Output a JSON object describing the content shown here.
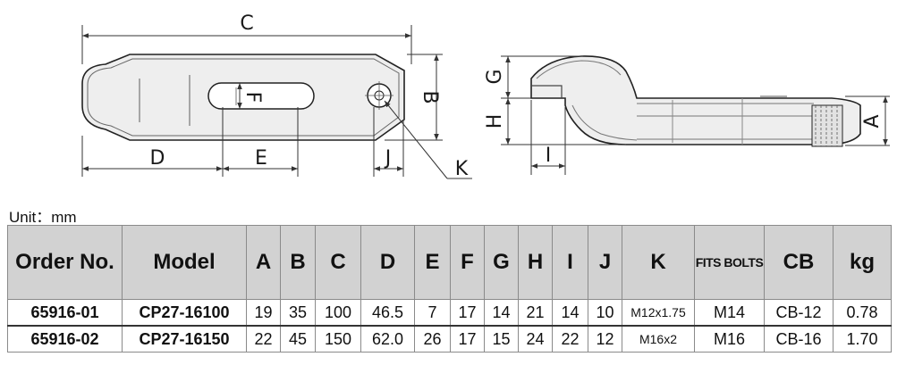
{
  "drawing": {
    "labels": {
      "C": "C",
      "B": "B",
      "F": "F",
      "D": "D",
      "E": "E",
      "J": "J",
      "K": "K",
      "G": "G",
      "H": "H",
      "I": "I",
      "A": "A"
    },
    "colors": {
      "part_fill": "#eeeeee",
      "outline": "#222222",
      "dim_line": "#333333"
    }
  },
  "unit_label": "Unit：mm",
  "table": {
    "headers": [
      "Order No.",
      "Model",
      "A",
      "B",
      "C",
      "D",
      "E",
      "F",
      "G",
      "H",
      "I",
      "J",
      "K",
      "FITS BOLTS",
      "CB",
      "kg"
    ],
    "rows": [
      [
        "65916-01",
        "CP27-16100",
        "19",
        "35",
        "100",
        "46.5",
        "7",
        "17",
        "14",
        "21",
        "14",
        "10",
        "M12x1.75",
        "M14",
        "CB-12",
        "0.78"
      ],
      [
        "65916-02",
        "CP27-16150",
        "22",
        "45",
        "150",
        "62.0",
        "26",
        "17",
        "15",
        "24",
        "22",
        "12",
        "M16x2",
        "M16",
        "CB-16",
        "1.70"
      ]
    ],
    "colors": {
      "header_bg": "#d2d2d2",
      "border": "#8a8a8a"
    }
  }
}
